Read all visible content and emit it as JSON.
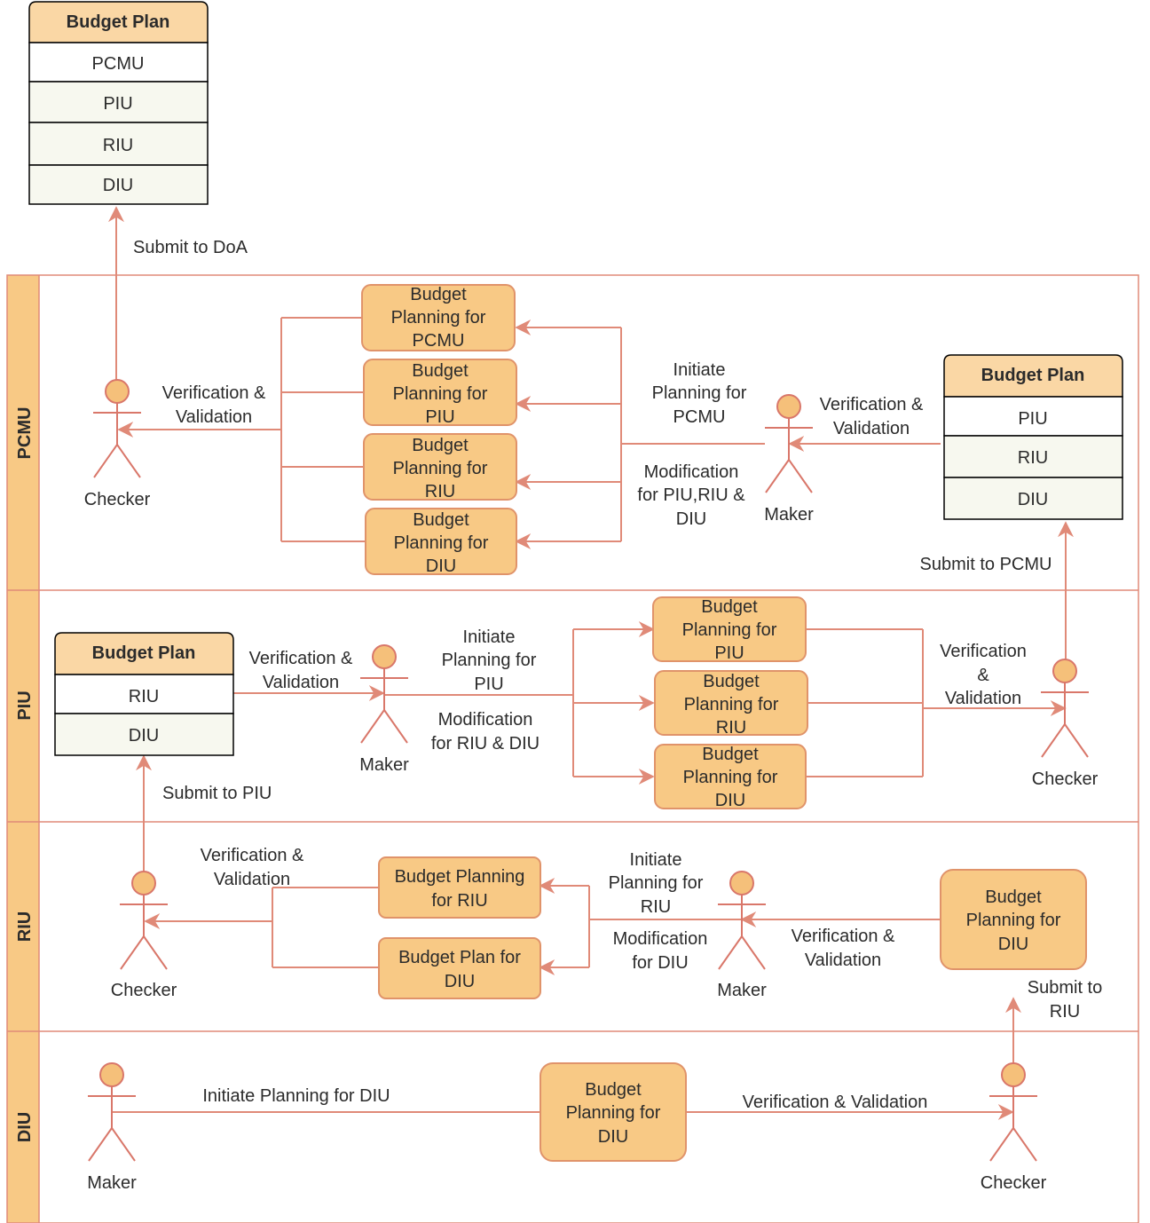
{
  "lanes": [
    "PCMU",
    "PIU",
    "RIU",
    "DIU"
  ],
  "tables": [
    {
      "id": "doa",
      "header": "Budget Plan",
      "rows": [
        "PCMU",
        "PIU",
        "RIU",
        "DIU"
      ]
    },
    {
      "id": "pcmu",
      "header": "Budget Plan",
      "rows": [
        "PIU",
        "RIU",
        "DIU"
      ]
    },
    {
      "id": "piu",
      "header": "Budget Plan",
      "rows": [
        "RIU",
        "DIU"
      ]
    }
  ],
  "boxes": [
    {
      "id": "pcmu-pcmu",
      "lines": [
        "Budget",
        "Planning for",
        "PCMU"
      ]
    },
    {
      "id": "pcmu-piu",
      "lines": [
        "Budget",
        "Planning for",
        "PIU"
      ]
    },
    {
      "id": "pcmu-riu",
      "lines": [
        "Budget",
        "Planning for",
        "RIU"
      ]
    },
    {
      "id": "pcmu-diu",
      "lines": [
        "Budget",
        "Planning for",
        "DIU"
      ]
    },
    {
      "id": "piu-piu",
      "lines": [
        "Budget",
        "Planning for",
        "PIU"
      ]
    },
    {
      "id": "piu-riu",
      "lines": [
        "Budget",
        "Planning for",
        "RIU"
      ]
    },
    {
      "id": "piu-diu",
      "lines": [
        "Budget",
        "Planning for",
        "DIU"
      ]
    },
    {
      "id": "riu-riu",
      "lines": [
        "Budget Planning",
        "for RIU"
      ]
    },
    {
      "id": "riu-diu",
      "lines": [
        "Budget Plan for",
        "DIU"
      ]
    },
    {
      "id": "riu-src",
      "lines": [
        "Budget",
        "Planning for",
        "DIU"
      ]
    },
    {
      "id": "diu-box",
      "lines": [
        "Budget",
        "Planning for",
        "DIU"
      ]
    }
  ],
  "actors": [
    {
      "id": "pcmu-checker",
      "label": "Checker"
    },
    {
      "id": "pcmu-maker",
      "label": "Maker"
    },
    {
      "id": "piu-maker",
      "label": "Maker"
    },
    {
      "id": "piu-checker",
      "label": "Checker"
    },
    {
      "id": "riu-checker",
      "label": "Checker"
    },
    {
      "id": "riu-maker",
      "label": "Maker"
    },
    {
      "id": "diu-maker",
      "label": "Maker"
    },
    {
      "id": "diu-checker",
      "label": "Checker"
    }
  ],
  "labels": [
    {
      "id": "submit-doa",
      "lines": [
        "Submit to DoA"
      ]
    },
    {
      "id": "pcmu-verif-left",
      "lines": [
        "Verification &",
        "Validation"
      ]
    },
    {
      "id": "pcmu-initiate",
      "lines": [
        "Initiate",
        "Planning for",
        "PCMU"
      ]
    },
    {
      "id": "pcmu-modification",
      "lines": [
        "Modification",
        "for PIU,RIU &",
        "DIU"
      ]
    },
    {
      "id": "pcmu-verif-right",
      "lines": [
        "Verification &",
        "Validation"
      ]
    },
    {
      "id": "submit-pcmu",
      "lines": [
        "Submit to PCMU"
      ]
    },
    {
      "id": "piu-verif-left",
      "lines": [
        "Verification &",
        "Validation"
      ]
    },
    {
      "id": "piu-initiate",
      "lines": [
        "Initiate",
        "Planning for",
        "PIU"
      ]
    },
    {
      "id": "piu-modification",
      "lines": [
        "Modification",
        "for RIU & DIU"
      ]
    },
    {
      "id": "piu-verif-right",
      "lines": [
        "Verification",
        "&",
        "Validation"
      ]
    },
    {
      "id": "submit-piu",
      "lines": [
        "Submit to PIU"
      ]
    },
    {
      "id": "riu-verif-left",
      "lines": [
        "Verification &",
        "Validation"
      ]
    },
    {
      "id": "riu-initiate",
      "lines": [
        "Initiate",
        "Planning for",
        "RIU"
      ]
    },
    {
      "id": "riu-modification",
      "lines": [
        "Modification",
        "for DIU"
      ]
    },
    {
      "id": "riu-verif-right",
      "lines": [
        "Verification &",
        "Validation"
      ]
    },
    {
      "id": "submit-riu",
      "lines": [
        "Submit to",
        "RIU"
      ]
    },
    {
      "id": "diu-initiate",
      "lines": [
        "Initiate Planning for DIU"
      ]
    },
    {
      "id": "diu-verif",
      "lines": [
        "Verification & Validation"
      ]
    }
  ],
  "colors": {
    "box_fill": "#f8c985",
    "box_stroke": "#e0936a",
    "table_header": "#fad7a5",
    "table_row_white": "#ffffff",
    "table_row_tint": "#f7f8ef",
    "lane_band": "#f8c985",
    "wire": "#e08a78"
  }
}
